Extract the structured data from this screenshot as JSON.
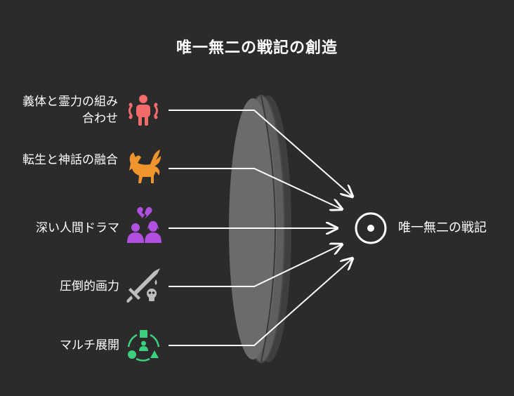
{
  "title": "唯一無二の戦記の創造",
  "target": {
    "label": "唯一無二の戦記",
    "icon": "target-icon"
  },
  "inputs": [
    {
      "label": "義体と霊力の組み合わせ",
      "icon": "people-connected-icon",
      "color": "#f26b6b"
    },
    {
      "label": "転生と神話の融合",
      "icon": "pegasus-icon",
      "color": "#f0952e"
    },
    {
      "label": "深い人間ドラマ",
      "icon": "heartbreak-couple-icon",
      "color": "#b14fe0"
    },
    {
      "label": "圧倒的画力",
      "icon": "sword-skull-icon",
      "color": "#bdbdbd"
    },
    {
      "label": "マルチ展開",
      "icon": "multi-shape-network-icon",
      "color": "#3ccf7e"
    }
  ],
  "lens": {
    "fill": "#6b6b6b",
    "edge": "#4a4a4a"
  }
}
